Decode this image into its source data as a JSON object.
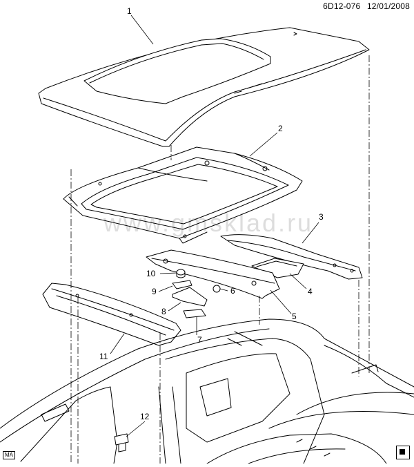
{
  "header": {
    "drawing_id": "6D12-076",
    "date": "12/01/2008"
  },
  "watermark": "www.gmsklad.ru",
  "corner_label": "MA",
  "callouts": [
    {
      "num": "1"
    },
    {
      "num": "2"
    },
    {
      "num": "3"
    },
    {
      "num": "4"
    },
    {
      "num": "5"
    },
    {
      "num": "6"
    },
    {
      "num": "7"
    },
    {
      "num": "8"
    },
    {
      "num": "9"
    },
    {
      "num": "10"
    },
    {
      "num": "11"
    },
    {
      "num": "12"
    }
  ],
  "icons": {
    "logo": "brand-logo-icon"
  }
}
